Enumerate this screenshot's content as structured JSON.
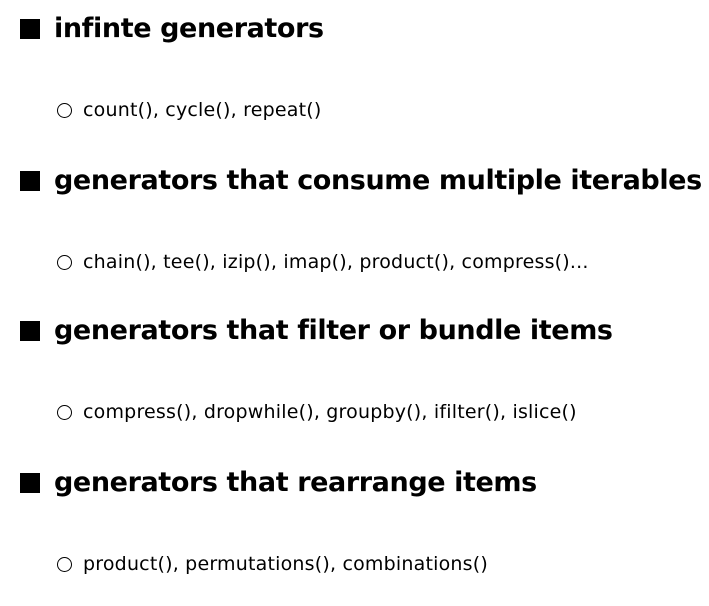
{
  "sections": [
    {
      "heading": "infinte generators",
      "items": "count(), cycle(), repeat()"
    },
    {
      "heading": "generators that consume multiple iterables",
      "items": "chain(), tee(), izip(), imap(), product(), compress()..."
    },
    {
      "heading": "generators that filter or bundle items",
      "items": "compress(), dropwhile(), groupby(), ifilter(), islice()"
    },
    {
      "heading": "generators that rearrange items",
      "items": "product(), permutations(), combinations()"
    }
  ]
}
